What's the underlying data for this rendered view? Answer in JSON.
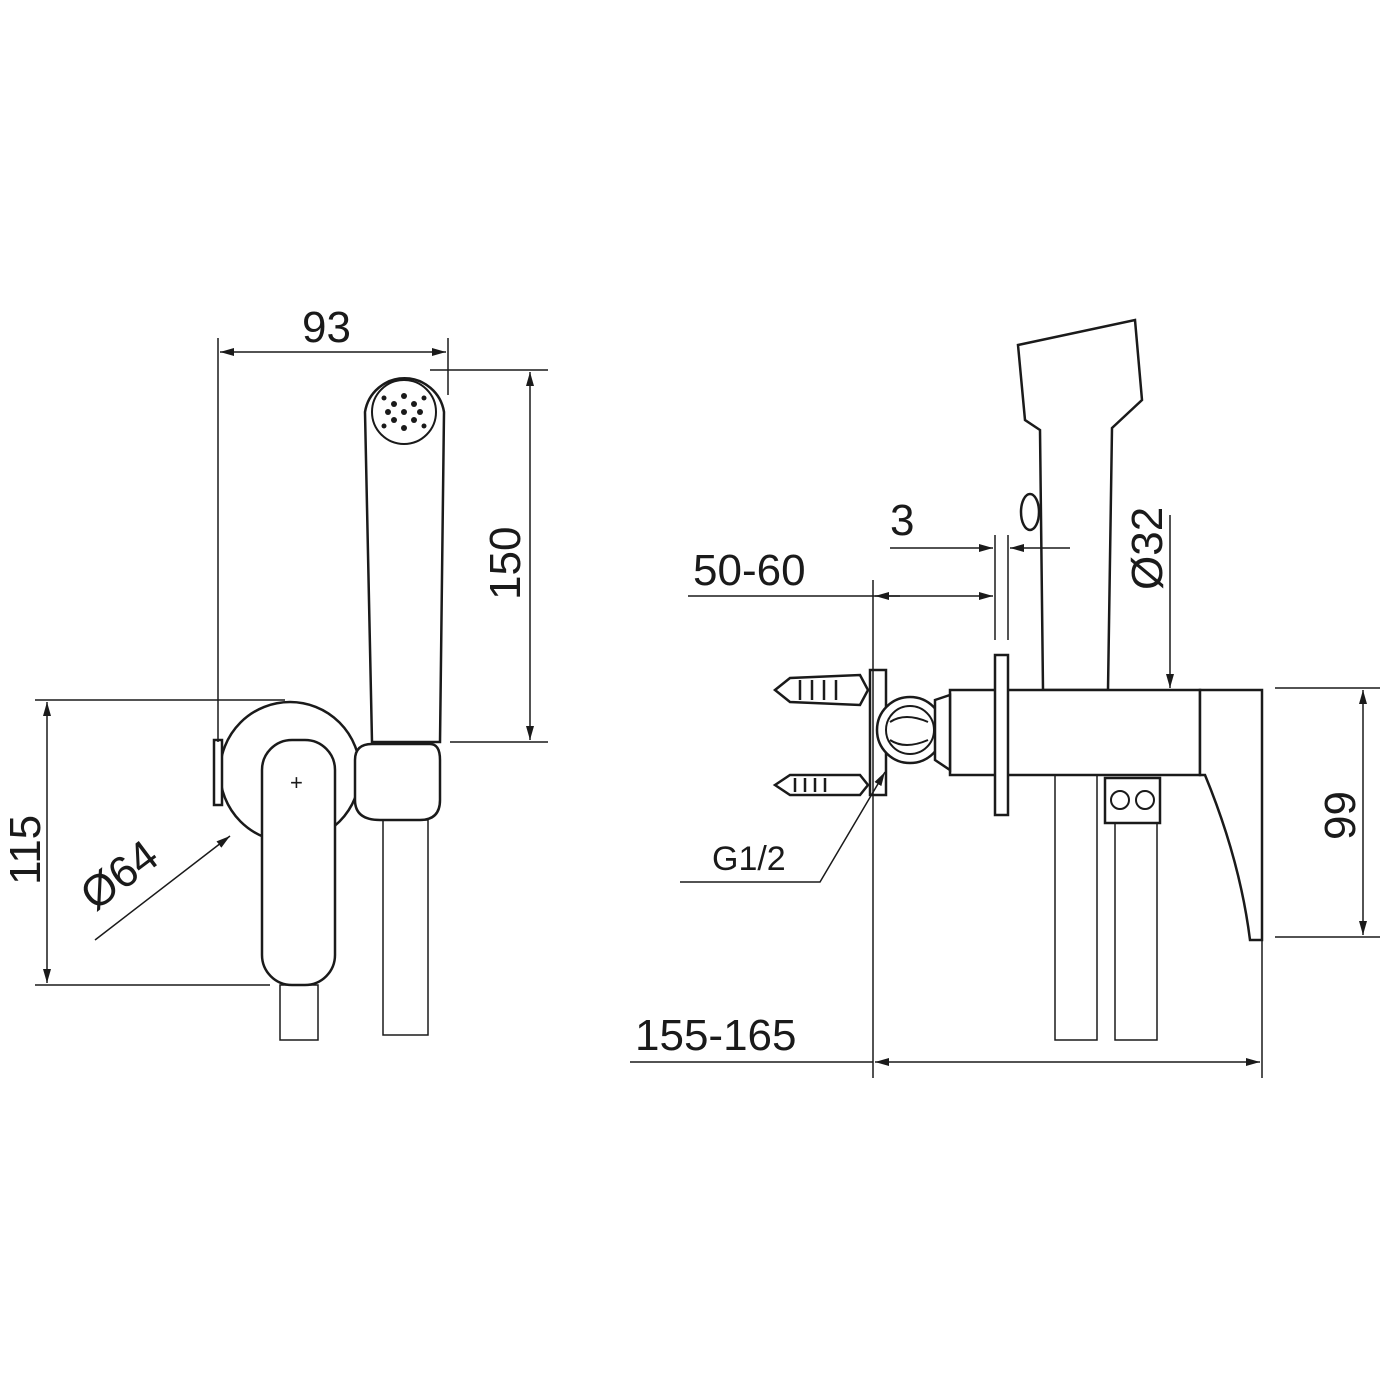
{
  "drawing": {
    "front_view": {
      "width_dim": "93",
      "handshower_height_dim": "150",
      "total_height_dim": "115",
      "plate_diameter_dim": "Ø64"
    },
    "side_view": {
      "gap_dim": "3",
      "wall_depth_dim": "50-60",
      "handshower_diameter_dim": "Ø32",
      "thread_dim": "G1/2",
      "body_height_dim": "99",
      "total_projection_dim": "155-165"
    },
    "colors": {
      "line": "#1a1a1a",
      "background": "#ffffff"
    }
  }
}
